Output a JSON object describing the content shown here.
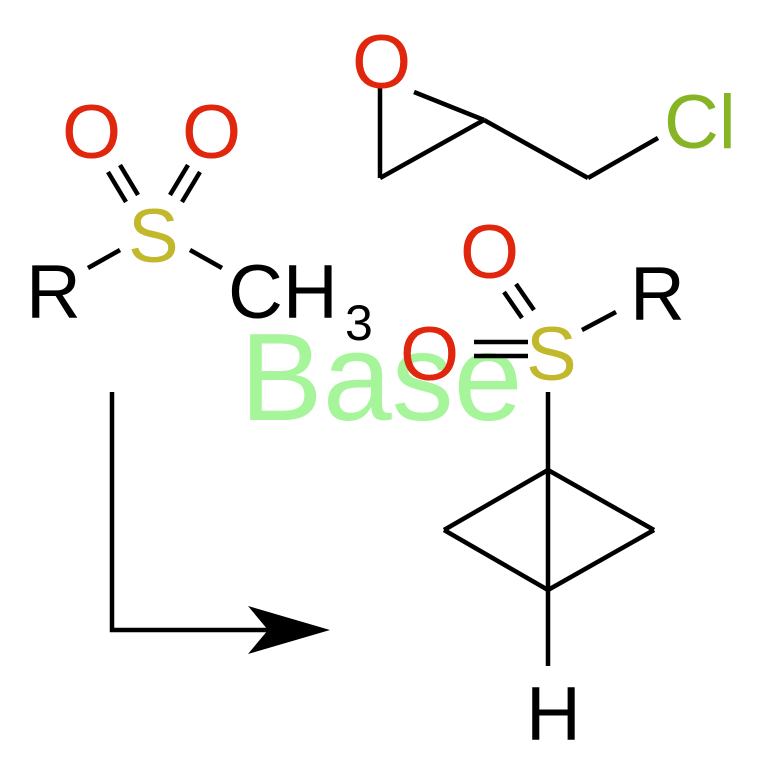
{
  "colors": {
    "oxygen": "#e0260c",
    "sulfur": "#c2b82c",
    "chlorine": "#86b424",
    "carbon_text": "#000000",
    "base_label": "#a6f59a",
    "bond": "#000000"
  },
  "reactant_sulfone": {
    "oxygen_left": "O",
    "oxygen_right": "O",
    "sulfur": "S",
    "r_group": "R",
    "methyl_main": "CH",
    "methyl_subscript": "3"
  },
  "epichlorohydrin": {
    "oxygen": "O",
    "chlorine": "Cl"
  },
  "reagent": {
    "label": "Base"
  },
  "product": {
    "oxygen_top": "O",
    "oxygen_left": "O",
    "sulfur": "S",
    "r_group": "R",
    "hydrogen": "H"
  }
}
